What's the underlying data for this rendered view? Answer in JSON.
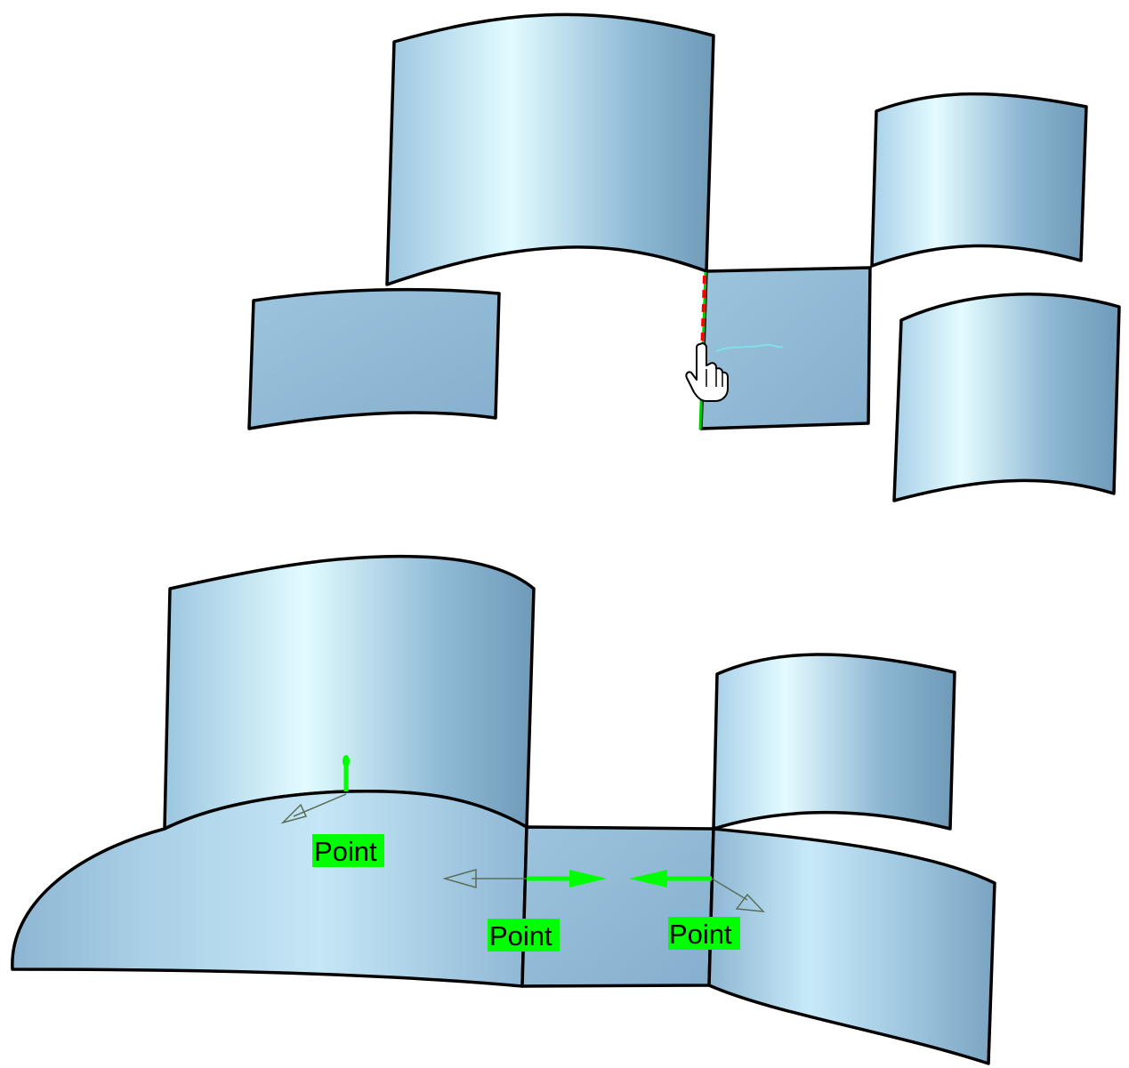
{
  "labels": {
    "point_1": "Point",
    "point_2": "Point",
    "point_3": "Point"
  },
  "colors": {
    "surface_light": "#e2fbff",
    "surface_mid": "#a9cfe6",
    "surface_dark": "#6f9ab8",
    "flat_surface": "#8fb8d6",
    "edge": "#000000",
    "manipulator_green": "#00ff00",
    "selection_red": "#ff0000",
    "label_background": "#00ff00"
  },
  "icons": {
    "cursor": "hand-pointer-icon"
  }
}
